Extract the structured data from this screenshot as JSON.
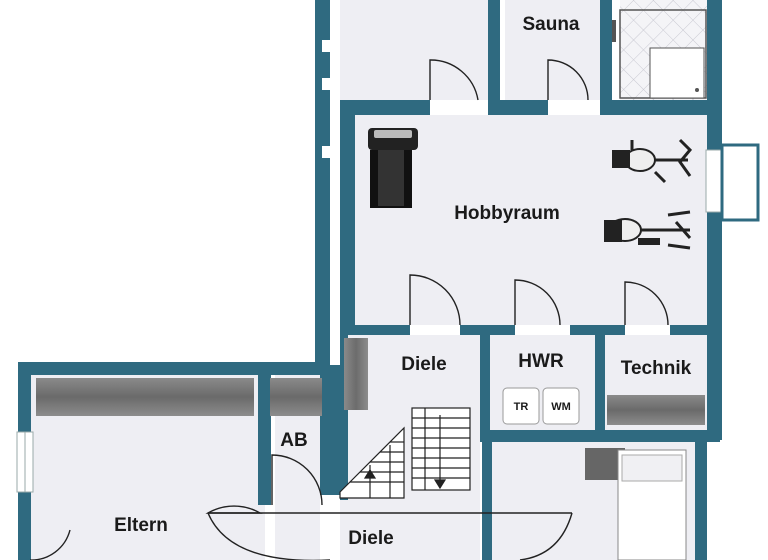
{
  "rooms": {
    "sauna": "Sauna",
    "hobbyraum": "Hobbyraum",
    "diele_upper": "Diele",
    "hwr": "HWR",
    "technik": "Technik",
    "ab": "AB",
    "eltern": "Eltern",
    "diele_lower": "Diele"
  },
  "appliances": {
    "dryer": "TR",
    "washer": "WM"
  },
  "colors": {
    "wall": "#2f6a80",
    "floor": "#eeeef3",
    "furniture_dark": "#555555"
  }
}
